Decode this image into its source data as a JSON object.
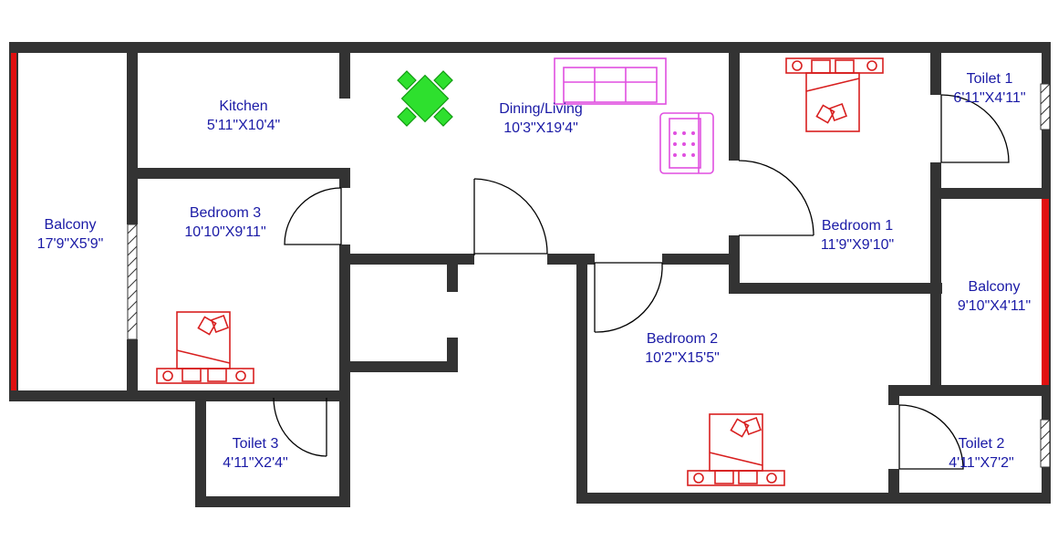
{
  "colors": {
    "wall": "#333333",
    "label": "#1a1aa6",
    "bed": "#d81f1f",
    "sofa": "#e04fe0",
    "dining_table": "#2ee02e",
    "balcony_rail": "#e01010"
  },
  "rooms": {
    "kitchen": {
      "name": "Kitchen",
      "size": "5'11\"X10'4\""
    },
    "dining_living": {
      "name": "Dining/Living",
      "size": "10'3\"X19'4\""
    },
    "bedroom_3": {
      "name": "Bedroom 3",
      "size": "10'10\"X9'11\""
    },
    "bedroom_1": {
      "name": "Bedroom 1",
      "size": "11'9\"X9'10\""
    },
    "bedroom_2": {
      "name": "Bedroom 2",
      "size": "10'2\"X15'5\""
    },
    "balcony_left": {
      "name": "Balcony",
      "size": "17'9\"X5'9\""
    },
    "balcony_right": {
      "name": "Balcony",
      "size": "9'10\"X4'11\""
    },
    "toilet_1": {
      "name": "Toilet 1",
      "size": "6'11\"X4'11\""
    },
    "toilet_2": {
      "name": "Toilet 2",
      "size": "4'11\"X7'2\""
    },
    "toilet_3": {
      "name": "Toilet 3",
      "size": "4'11\"X2'4\""
    }
  }
}
